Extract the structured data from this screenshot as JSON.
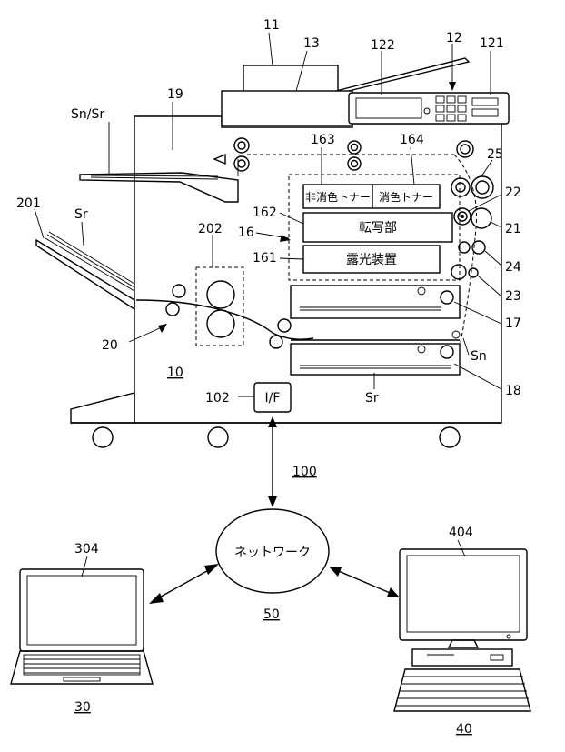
{
  "labels": {
    "l11": "11",
    "l13": "13",
    "l12": "12",
    "l121": "121",
    "l122": "122",
    "l19": "19",
    "snsr": "Sn/Sr",
    "sr_top": "Sr",
    "l201": "201",
    "l163": "163",
    "l164": "164",
    "l25": "25",
    "l22": "22",
    "l162": "162",
    "l16": "16",
    "l21": "21",
    "l161": "161",
    "l202": "202",
    "l24": "24",
    "l23": "23",
    "l17": "17",
    "l20": "20",
    "sn": "Sn",
    "l10": "10",
    "l18": "18",
    "sr_bottom": "Sr",
    "l102": "102",
    "l100": "100",
    "l304": "304",
    "l404": "404",
    "l50": "50",
    "l30": "30",
    "l40": "40"
  },
  "boxes": {
    "non_erasable_toner": "非消色トナー",
    "erasable_toner": "消色トナー",
    "transfer_unit": "転写部",
    "exposure_device": "露光装置",
    "interface": "I/F",
    "network": "ネットワーク"
  }
}
